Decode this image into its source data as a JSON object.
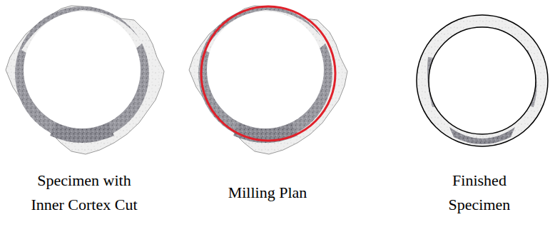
{
  "diagram": {
    "labels": [
      "Specimen with Inner Cortex Cut",
      "Milling Plan",
      "Finished Specimen"
    ]
  }
}
